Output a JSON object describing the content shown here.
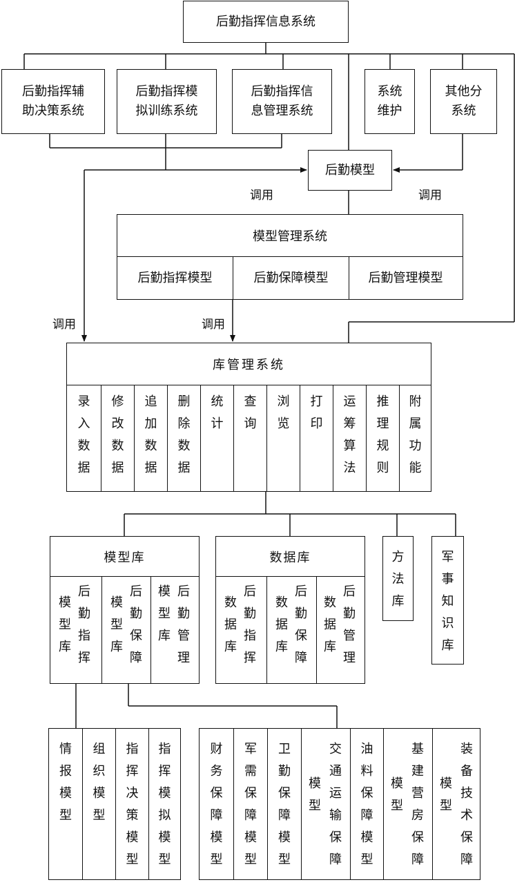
{
  "title": "后勤指挥信息系统",
  "subsystems": {
    "decision": "后勤指挥辅\n助决策系统",
    "training": "后勤指挥模\n拟训练系统",
    "info_mgmt": "后勤指挥信\n息管理系统",
    "maintenance": "系统\n维护",
    "other": "其他分\n系统"
  },
  "logistics_model": "后勤模型",
  "call_label": "调用",
  "model_mgmt": {
    "title": "模型管理系统",
    "parts": [
      "后勤指挥模型",
      "后勤保障模型",
      "后勤管理模型"
    ]
  },
  "lib_mgmt": {
    "title": "库管理系统",
    "functions": [
      "录入数据",
      "修改数据",
      "追加数据",
      "删除数据",
      "统计",
      "查询",
      "浏览",
      "打印",
      "运筹算法",
      "推理规则",
      "附属功能"
    ]
  },
  "model_lib": {
    "title": "模型库",
    "cols": [
      {
        "left": "模型库",
        "right": "后勤指挥"
      },
      {
        "left": "模型库",
        "right": "后勤保障"
      },
      {
        "left": "模型库",
        "right": "后勤管理"
      }
    ]
  },
  "data_lib": {
    "title": "数据库",
    "cols": [
      {
        "left": "数据库",
        "right": "后勤指挥"
      },
      {
        "left": "数据库",
        "right": "后勤保障"
      },
      {
        "left": "数据库",
        "right": "后勤管理"
      }
    ]
  },
  "method_lib": "方法库",
  "military_lib": "军事知识库",
  "command_models": [
    "情报模型",
    "组织模型",
    "指挥决策模型",
    "指挥模拟模型"
  ],
  "support_models": [
    {
      "text": "财务保障模型"
    },
    {
      "text": "军需保障模型"
    },
    {
      "text": "卫勤保障模型"
    },
    {
      "left": "模型",
      "right": "交通运输保障"
    },
    {
      "text": "油料保障模型"
    },
    {
      "left": "模型",
      "right": "基建营房保障"
    },
    {
      "left": "模型",
      "right": "装备技术保障"
    }
  ]
}
